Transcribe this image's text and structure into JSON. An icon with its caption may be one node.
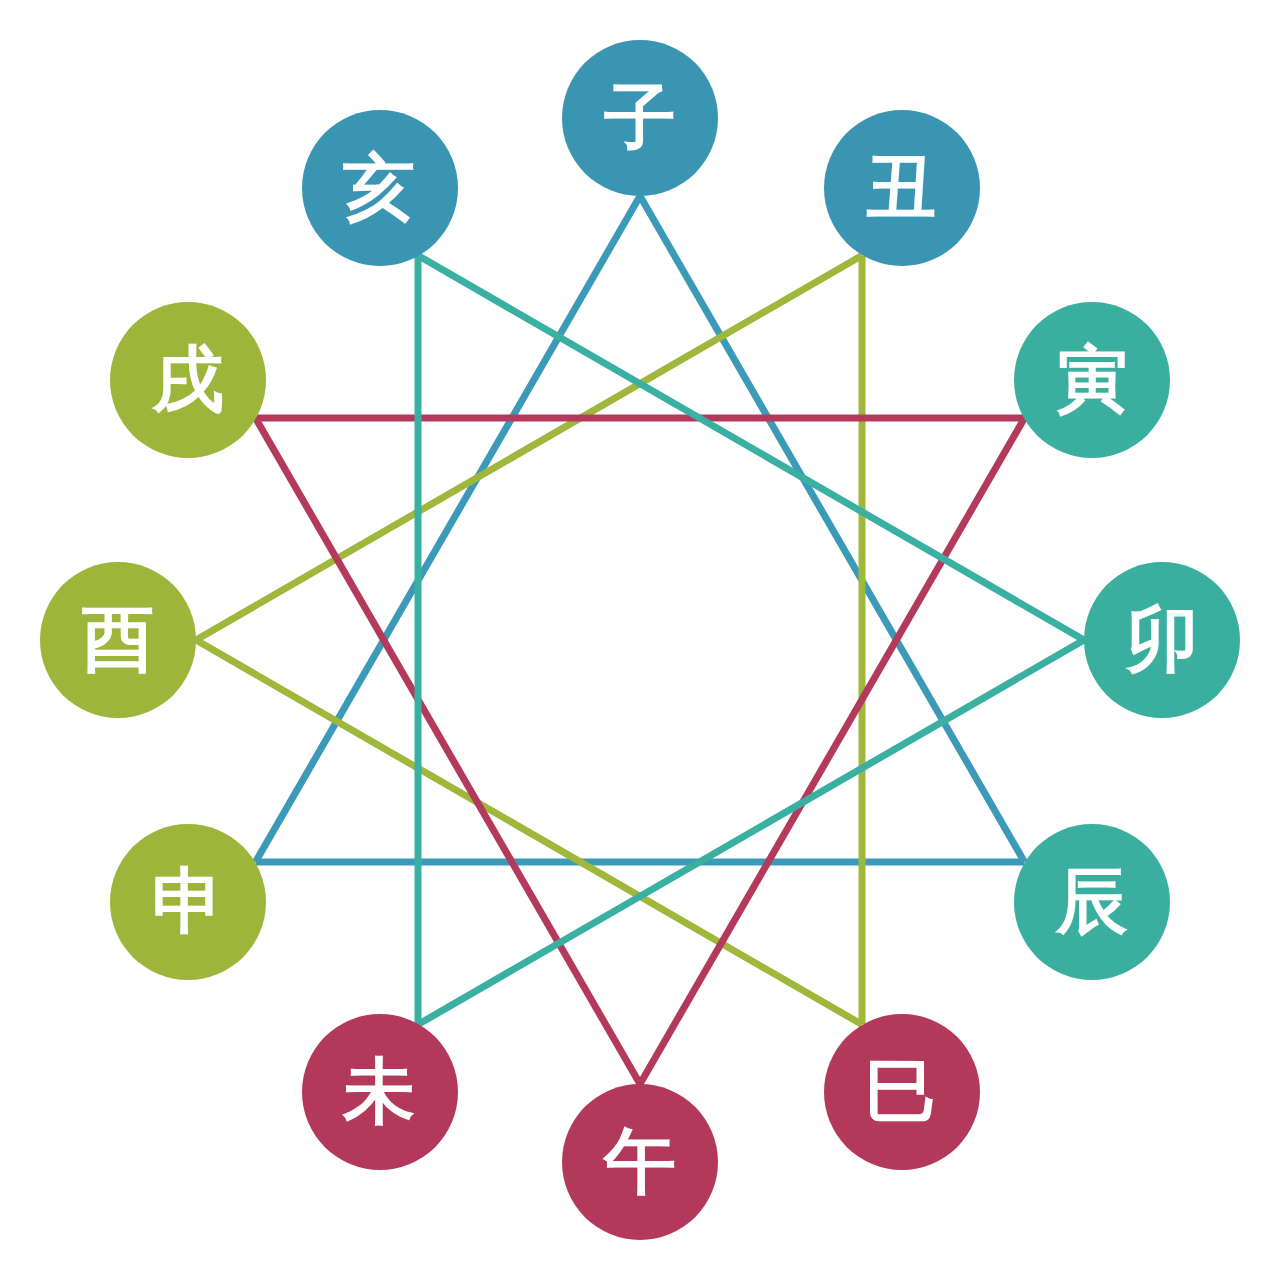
{
  "diagram": {
    "nodes": [
      {
        "text": [
          "子"
        ]
      },
      {
        "text": [
          "丑"
        ]
      },
      {
        "text": [
          "寅"
        ]
      },
      {
        "text": [
          "卯"
        ]
      },
      {
        "text": [
          "辰"
        ]
      },
      {
        "text": [
          "巳"
        ]
      },
      {
        "text": [
          "午"
        ]
      },
      {
        "text": [
          "未"
        ]
      },
      {
        "text": [
          "申"
        ]
      },
      {
        "text": [
          "酉"
        ]
      },
      {
        "text": [
          "戌"
        ]
      },
      {
        "text": [
          "亥"
        ]
      }
    ],
    "edges": [
      {
        "from": 0,
        "to": 4,
        "arrow": "none",
        "color": "#3a9ab8"
      },
      {
        "from": 4,
        "to": 8,
        "arrow": "none",
        "color": "#3a9ab8"
      },
      {
        "from": 8,
        "to": 0,
        "arrow": "none",
        "color": "#3a9ab8"
      },
      {
        "from": 1,
        "to": 5,
        "arrow": "none",
        "color": "#9fb83c"
      },
      {
        "from": 5,
        "to": 9,
        "arrow": "none",
        "color": "#9fb83c"
      },
      {
        "from": 9,
        "to": 1,
        "arrow": "none",
        "color": "#9fb83c"
      },
      {
        "from": 2,
        "to": 6,
        "arrow": "none",
        "color": "#b33a5a"
      },
      {
        "from": 6,
        "to": 10,
        "arrow": "none",
        "color": "#b33a5a"
      },
      {
        "from": 10,
        "to": 2,
        "arrow": "none",
        "color": "#b33a5a"
      },
      {
        "from": 3,
        "to": 7,
        "arrow": "none",
        "color": "#3ab0a2"
      },
      {
        "from": 7,
        "to": 11,
        "arrow": "none",
        "color": "#3ab0a2"
      },
      {
        "from": 11,
        "to": 3,
        "arrow": "none",
        "color": "#3ab0a2"
      }
    ]
  }
}
